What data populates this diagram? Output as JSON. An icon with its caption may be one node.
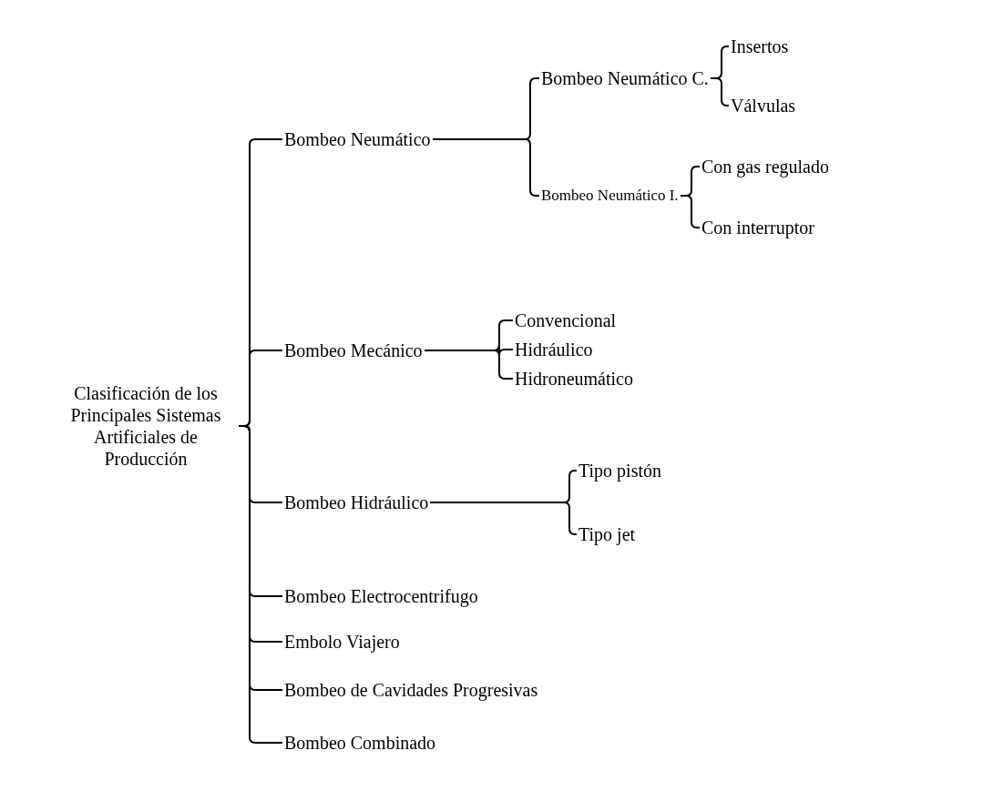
{
  "diagram": {
    "nodes": [
      {
        "text": [
          "Clasificación de los Principales Sistemas Artificiales de Producción"
        ]
      },
      {
        "text": [
          "Bombeo Neumático"
        ]
      },
      {
        "text": [
          "Bombeo Neumático C."
        ]
      },
      {
        "text": [
          "Insertos"
        ]
      },
      {
        "text": [
          "Válvulas"
        ]
      },
      {
        "text": [
          "Bombeo Neumático I."
        ]
      },
      {
        "text": [
          "Con gas regulado"
        ]
      },
      {
        "text": [
          "Con interruptor"
        ]
      },
      {
        "text": [
          "Bombeo Mecánico"
        ]
      },
      {
        "text": [
          "Convencional"
        ]
      },
      {
        "text": [
          "Hidráulico"
        ]
      },
      {
        "text": [
          "Hidroneumático"
        ]
      },
      {
        "text": [
          "Bombeo Hidráulico"
        ]
      },
      {
        "text": [
          "Tipo pistón"
        ]
      },
      {
        "text": [
          "Tipo jet"
        ]
      },
      {
        "text": [
          "Bombeo Electrocentrifugo"
        ]
      },
      {
        "text": [
          "Embolo Viajero"
        ]
      },
      {
        "text": [
          "Bombeo de Cavidades Progresivas"
        ]
      },
      {
        "text": [
          "Bombeo Combinado"
        ]
      }
    ],
    "edges": [
      {
        "from": 0,
        "to": 1,
        "arrow": "none"
      },
      {
        "from": 0,
        "to": 8,
        "arrow": "none"
      },
      {
        "from": 0,
        "to": 12,
        "arrow": "none"
      },
      {
        "from": 0,
        "to": 15,
        "arrow": "none"
      },
      {
        "from": 0,
        "to": 16,
        "arrow": "none"
      },
      {
        "from": 0,
        "to": 17,
        "arrow": "none"
      },
      {
        "from": 0,
        "to": 18,
        "arrow": "none"
      },
      {
        "from": 1,
        "to": 2,
        "arrow": "none"
      },
      {
        "from": 1,
        "to": 5,
        "arrow": "none"
      },
      {
        "from": 2,
        "to": 3,
        "arrow": "none"
      },
      {
        "from": 2,
        "to": 4,
        "arrow": "none"
      },
      {
        "from": 5,
        "to": 6,
        "arrow": "none"
      },
      {
        "from": 5,
        "to": 7,
        "arrow": "none"
      },
      {
        "from": 8,
        "to": 9,
        "arrow": "none"
      },
      {
        "from": 8,
        "to": 10,
        "arrow": "none"
      },
      {
        "from": 8,
        "to": 11,
        "arrow": "none"
      },
      {
        "from": 12,
        "to": 13,
        "arrow": "none"
      },
      {
        "from": 12,
        "to": 14,
        "arrow": "none"
      }
    ]
  }
}
